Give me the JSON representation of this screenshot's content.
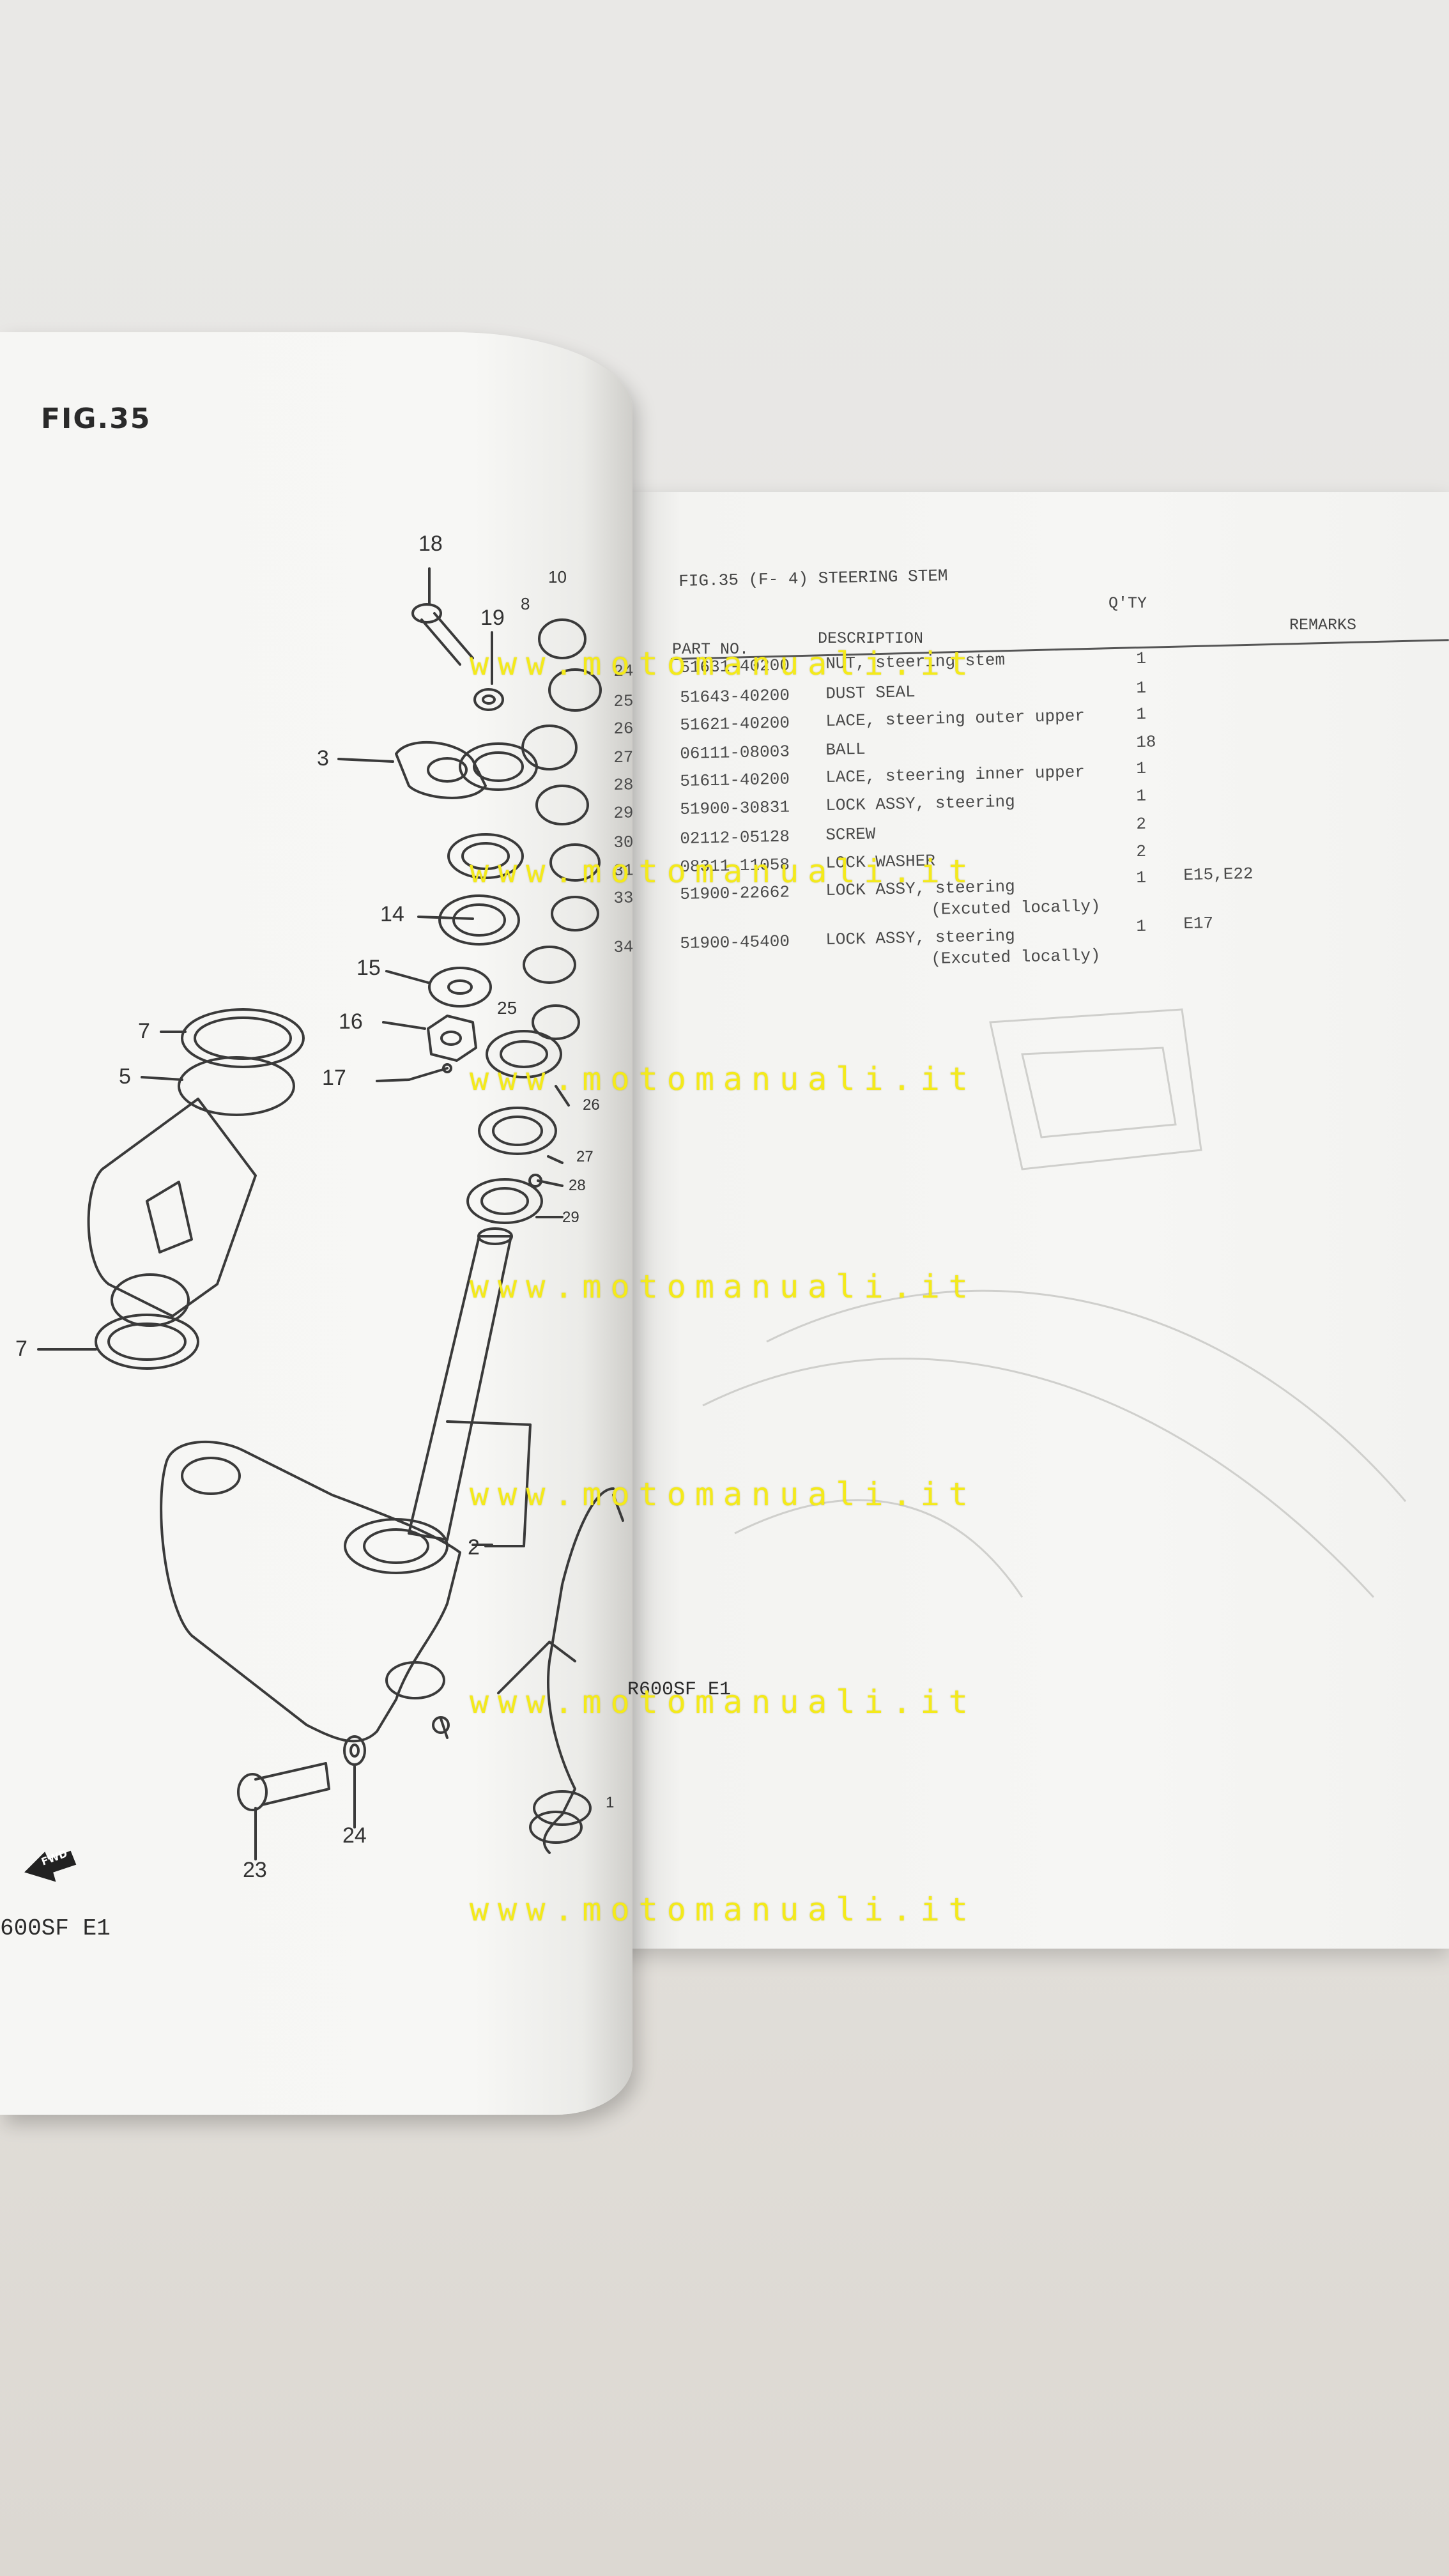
{
  "left_page": {
    "figure_title": "FIG.35",
    "model_code": "600SF E1",
    "model_code_2": "R600SF E1",
    "fwd_label": "FWD",
    "part_labels": [
      "18",
      "19",
      "8",
      "10",
      "3",
      "14",
      "15",
      "16",
      "17",
      "7",
      "5",
      "7",
      "25",
      "26",
      "27",
      "28",
      "29",
      "2",
      "23",
      "24",
      "1"
    ]
  },
  "right_page": {
    "list_title": "FIG.35 (F- 4) STEERING STEM",
    "headers": {
      "qty": "Q'TY",
      "part_no": "PART NO.",
      "description": "DESCRIPTION",
      "remarks": "REMARKS"
    },
    "rows": [
      {
        "ref": "24",
        "part_no": "51631-40200",
        "description": "NUT, steering stem",
        "sub": "",
        "qty": "1",
        "remarks": ""
      },
      {
        "ref": "25",
        "part_no": "51643-40200",
        "description": "DUST SEAL",
        "sub": "",
        "qty": "1",
        "remarks": ""
      },
      {
        "ref": "26",
        "part_no": "51621-40200",
        "description": "LACE, steering outer upper",
        "sub": "",
        "qty": "1",
        "remarks": ""
      },
      {
        "ref": "27",
        "part_no": "06111-08003",
        "description": "BALL",
        "sub": "",
        "qty": "18",
        "remarks": ""
      },
      {
        "ref": "28",
        "part_no": "51611-40200",
        "description": "LACE, steering inner upper",
        "sub": "",
        "qty": "1",
        "remarks": ""
      },
      {
        "ref": "29",
        "part_no": "51900-30831",
        "description": "LOCK ASSY, steering",
        "sub": "",
        "qty": "1",
        "remarks": ""
      },
      {
        "ref": "30",
        "part_no": "02112-05128",
        "description": "SCREW",
        "sub": "",
        "qty": "2",
        "remarks": ""
      },
      {
        "ref": "31",
        "part_no": "08311-11058",
        "description": "LOCK WASHER",
        "sub": "",
        "qty": "2",
        "remarks": ""
      },
      {
        "ref": "33",
        "part_no": "51900-22662",
        "description": "LOCK ASSY, steering",
        "sub": "(Excuted locally)",
        "qty": "1",
        "remarks": "E15,E22"
      },
      {
        "ref": "34",
        "part_no": "51900-45400",
        "description": "LOCK ASSY, steering",
        "sub": "(Excuted locally)",
        "qty": "1",
        "remarks": "E17"
      }
    ]
  },
  "watermark": "www.motomanuali.it",
  "colors": {
    "watermark": "#f4ea1a",
    "paper": "#f6f6f4",
    "ink": "#333333"
  }
}
